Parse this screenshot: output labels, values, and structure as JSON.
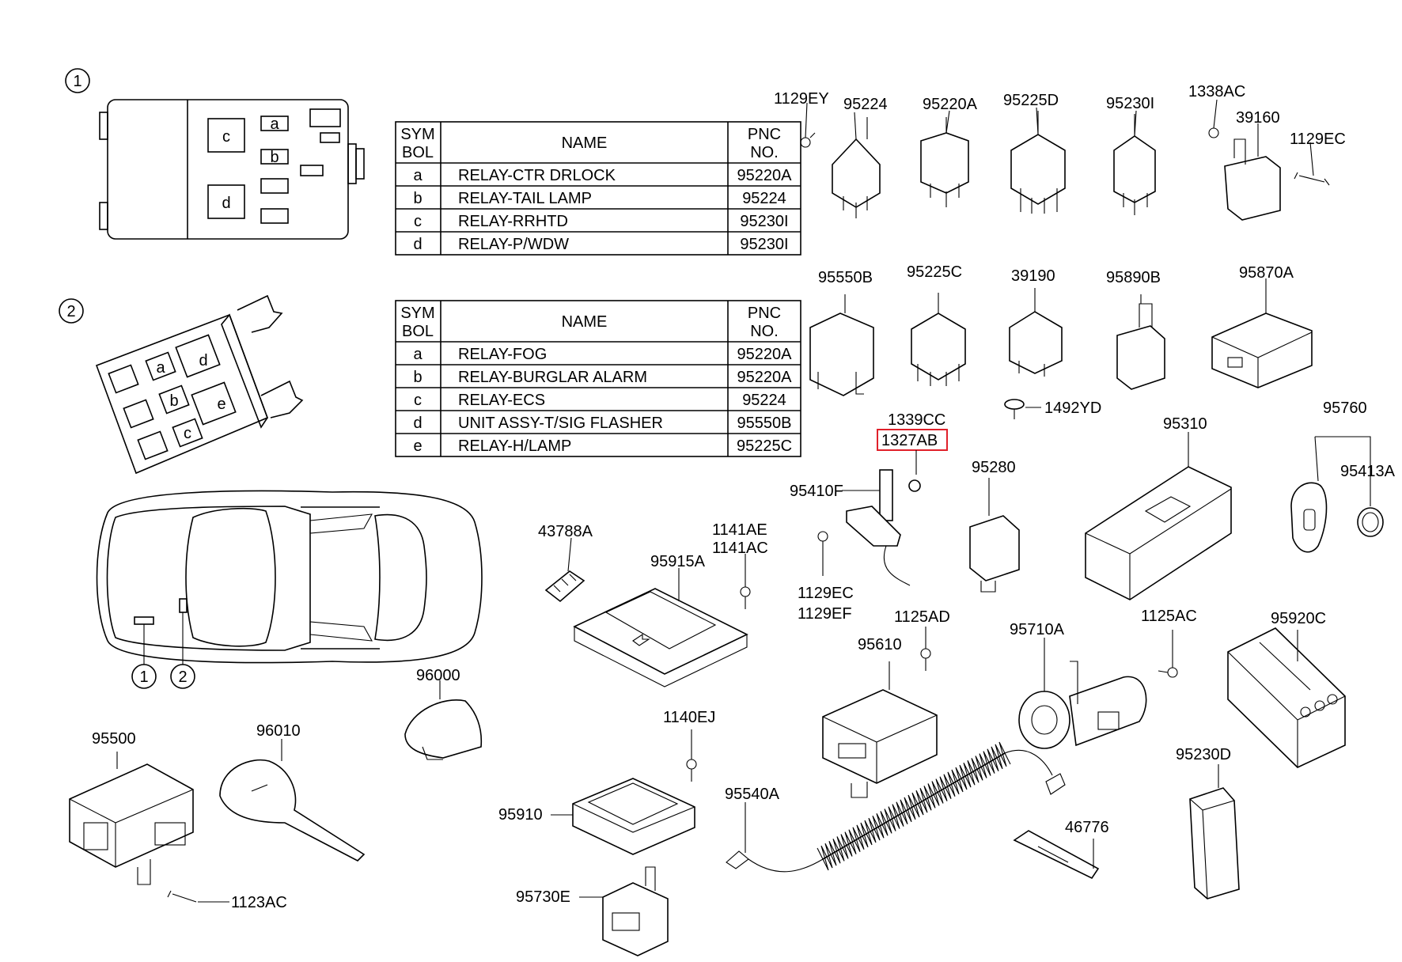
{
  "callouts": {
    "c1": "1",
    "c2": "2"
  },
  "tables": {
    "t1": {
      "head": {
        "sym1": "SYM",
        "sym2": "BOL",
        "name": "NAME",
        "pnc1": "PNC",
        "pnc2": "NO."
      },
      "rows": [
        {
          "sym": "a",
          "name": "RELAY-CTR DRLOCK",
          "pnc": "95220A"
        },
        {
          "sym": "b",
          "name": "RELAY-TAIL LAMP",
          "pnc": "95224"
        },
        {
          "sym": "c",
          "name": "RELAY-RRHTD",
          "pnc": "95230I"
        },
        {
          "sym": "d",
          "name": "RELAY-P/WDW",
          "pnc": "95230I"
        }
      ]
    },
    "t2": {
      "head": {
        "sym1": "SYM",
        "sym2": "BOL",
        "name": "NAME",
        "pnc1": "PNC",
        "pnc2": "NO."
      },
      "rows": [
        {
          "sym": "a",
          "name": "RELAY-FOG",
          "pnc": "95220A"
        },
        {
          "sym": "b",
          "name": "RELAY-BURGLAR ALARM",
          "pnc": "95220A"
        },
        {
          "sym": "c",
          "name": "RELAY-ECS",
          "pnc": "95224"
        },
        {
          "sym": "d",
          "name": "UNIT ASSY-T/SIG FLASHER",
          "pnc": "95550B"
        },
        {
          "sym": "e",
          "name": "RELAY-H/LAMP",
          "pnc": "95225C"
        }
      ]
    }
  },
  "box1_slots": {
    "a": "a",
    "b": "b",
    "c": "c",
    "d": "d"
  },
  "box2_slots": {
    "a": "a",
    "b": "b",
    "c": "c",
    "d": "d",
    "e": "e"
  },
  "parts": {
    "p1129EY": "1129EY",
    "p95224": "95224",
    "p95220A": "95220A",
    "p95225D": "95225D",
    "p95230I": "95230I",
    "p1338AC": "1338AC",
    "p39160": "39160",
    "p1129EC_top": "1129EC",
    "p95550B": "95550B",
    "p95225C": "95225C",
    "p39190": "39190",
    "p95890B": "95890B",
    "p95870A": "95870A",
    "p1339CC": "1339CC",
    "p1327AB": "1327AB",
    "p1492YD": "1492YD",
    "p95310": "95310",
    "p95760": "95760",
    "p95413A": "95413A",
    "p95410F": "95410F",
    "p95280": "95280",
    "p1129EC_mid": "1129EC",
    "p1129EF": "1129EF",
    "p43788A": "43788A",
    "p1141AE": "1141AE",
    "p1141AC": "1141AC",
    "p95915A": "95915A",
    "p1125AD": "1125AD",
    "p95610": "95610",
    "p95710A": "95710A",
    "p1125AC": "1125AC",
    "p95920C": "95920C",
    "p96000": "96000",
    "p95500": "95500",
    "p96010": "96010",
    "p1123AC": "1123AC",
    "p1140EJ": "1140EJ",
    "p95910": "95910",
    "p95540A": "95540A",
    "p46776": "46776",
    "p95230D": "95230D",
    "p95730E": "95730E"
  },
  "car_callouts": {
    "c1": "1",
    "c2": "2"
  },
  "colors": {
    "highlight": "#e0202a",
    "line": "#000000"
  }
}
